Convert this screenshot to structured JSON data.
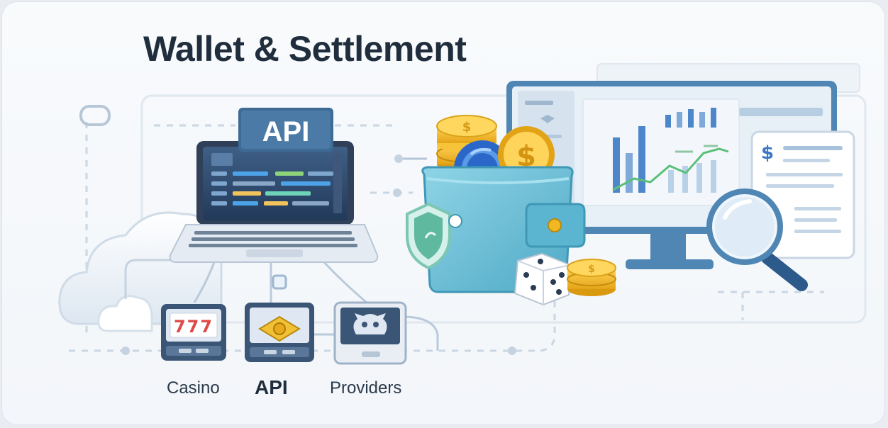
{
  "title": "Wallet & Settlement",
  "api_badge": "API",
  "reels_text": "777",
  "dollar_symbol": "$",
  "bottom_labels": {
    "casino": "Casino",
    "api": "API",
    "providers": "Providers"
  },
  "colors": {
    "title": "#1f2d3d",
    "wallet": "#63bcd6",
    "coin": "#f2b824",
    "chip": "#2a67c9",
    "badge": "#3d6b96",
    "chart_bar": "#4d87c9",
    "chart_line": "#5bbf7a"
  }
}
